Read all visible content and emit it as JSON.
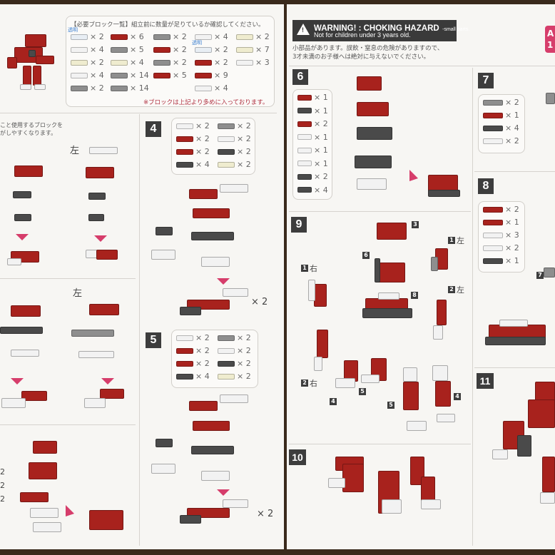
{
  "colors": {
    "red": "#a8221d",
    "dark": "#4a4a4a",
    "grey": "#8e8e8e",
    "white": "#f2f2f2",
    "cream": "#efeccf",
    "clear": "#e8eef4",
    "accent": "#d63d6b"
  },
  "parts_list": {
    "title": "【必要ブロック一覧】組立前に数量が足りているか確認してください。",
    "note": "※ブロックは上記より多めに入っております。",
    "clear_label": "透明",
    "columns": [
      [
        {
          "c": "clear",
          "n": "× 2",
          "clear": true
        },
        {
          "c": "white",
          "n": "× 4"
        },
        {
          "c": "cream",
          "n": "× 2"
        },
        {
          "c": "white",
          "n": "× 4"
        },
        {
          "c": "grey",
          "n": "× 2"
        }
      ],
      [
        {
          "c": "red",
          "n": "× 6"
        },
        {
          "c": "grey",
          "n": "× 5"
        },
        {
          "c": "cream",
          "n": "× 4"
        },
        {
          "c": "grey",
          "n": "× 14"
        },
        {
          "c": "grey",
          "n": "× 14"
        }
      ],
      [
        {
          "c": "grey",
          "n": "× 2"
        },
        {
          "c": "red",
          "n": "× 2"
        },
        {
          "c": "grey",
          "n": "× 2"
        },
        {
          "c": "red",
          "n": "× 5"
        }
      ],
      [
        {
          "c": "white",
          "n": "× 4"
        },
        {
          "c": "clear",
          "n": "× 2",
          "clear": true
        },
        {
          "c": "red",
          "n": "× 2"
        },
        {
          "c": "red",
          "n": "× 9"
        },
        {
          "c": "white",
          "n": "× 4"
        }
      ],
      [
        {
          "c": "cream",
          "n": "× 2"
        },
        {
          "c": "cream",
          "n": "× 7"
        },
        {
          "c": "white",
          "n": "× 3"
        }
      ]
    ]
  },
  "warning": {
    "title": "WARNING! : CHOKING HAZARD",
    "title_small": "-small parts.",
    "subtitle": "Not for children under 3 years old.",
    "jp_line1": "小部品があります。誤飲・窒息の危険がありますので、",
    "jp_line2": "3才未満のお子様へは絶対に与えないでください。"
  },
  "left_note": {
    "line1": "こと使用するブロックを",
    "line2": "がしやすくなります。"
  },
  "labels": {
    "left": "左",
    "right": "右",
    "times2": "× 2"
  },
  "corner_tab": {
    "line1": "A",
    "line2": "1"
  },
  "steps": {
    "s4": {
      "num": "4",
      "parts": [
        [
          {
            "c": "white",
            "n": "× 2"
          },
          {
            "c": "red",
            "n": "× 2"
          },
          {
            "c": "red",
            "n": "× 2"
          },
          {
            "c": "dark",
            "n": "× 4"
          }
        ],
        [
          {
            "c": "grey",
            "n": "× 2"
          },
          {
            "c": "white",
            "n": "× 2"
          },
          {
            "c": "dark",
            "n": "× 2"
          },
          {
            "c": "cream",
            "n": "× 2"
          }
        ]
      ]
    },
    "s5": {
      "num": "5",
      "parts": [
        [
          {
            "c": "white",
            "n": "× 2"
          },
          {
            "c": "red",
            "n": "× 2"
          },
          {
            "c": "red",
            "n": "× 2"
          },
          {
            "c": "dark",
            "n": "× 4"
          }
        ],
        [
          {
            "c": "grey",
            "n": "× 2"
          },
          {
            "c": "white",
            "n": "× 2"
          },
          {
            "c": "dark",
            "n": "× 2"
          },
          {
            "c": "cream",
            "n": "× 2"
          }
        ]
      ]
    },
    "s6": {
      "num": "6",
      "parts": [
        [
          {
            "c": "red",
            "n": "× 1"
          },
          {
            "c": "dark",
            "n": "× 1"
          },
          {
            "c": "red",
            "n": "× 2"
          },
          {
            "c": "white",
            "n": "× 1"
          },
          {
            "c": "white",
            "n": "× 1"
          },
          {
            "c": "white",
            "n": "× 1"
          },
          {
            "c": "dark",
            "n": "× 2"
          },
          {
            "c": "dark",
            "n": "× 4"
          }
        ]
      ]
    },
    "s7": {
      "num": "7",
      "parts": [
        [
          {
            "c": "grey",
            "n": "× 2"
          },
          {
            "c": "red",
            "n": "× 1"
          },
          {
            "c": "dark",
            "n": "× 4"
          },
          {
            "c": "white",
            "n": "× 2"
          }
        ]
      ]
    },
    "s8": {
      "num": "8",
      "parts": [
        [
          {
            "c": "red",
            "n": "× 2"
          },
          {
            "c": "red",
            "n": "× 1"
          },
          {
            "c": "white",
            "n": "× 3"
          },
          {
            "c": "white",
            "n": "× 2"
          },
          {
            "c": "dark",
            "n": "× 1"
          }
        ]
      ]
    },
    "s9": {
      "num": "9",
      "tags": [
        "3",
        "6",
        "1",
        "1",
        "8",
        "2",
        "2",
        "4",
        "5",
        "5",
        "4"
      ]
    },
    "s10": {
      "num": "10"
    },
    "s11": {
      "num": "11"
    },
    "ref7": "7"
  },
  "left_bottom_counts": [
    "2",
    "2",
    "2"
  ]
}
